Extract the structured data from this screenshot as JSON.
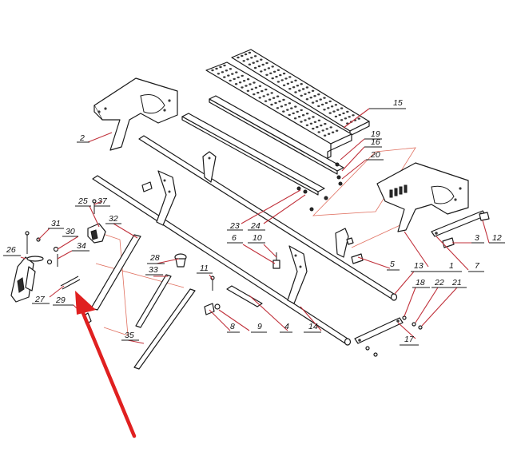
{
  "diagram": {
    "type": "exploded-parts-diagram",
    "callouts": [
      "1",
      "2",
      "3",
      "4",
      "5",
      "6",
      "7",
      "8",
      "9",
      "10",
      "11",
      "12",
      "13",
      "14",
      "15",
      "16",
      "17",
      "18",
      "19",
      "20",
      "21",
      "22",
      "23",
      "24",
      "25",
      "26",
      "27",
      "28",
      "29",
      "30",
      "31",
      "32",
      "33",
      "34",
      "35",
      "37"
    ],
    "highlighted_part": "27",
    "colors": {
      "line": "#1a1a1a",
      "leader": "#c0303a",
      "arrow": "#e02020",
      "background": "#ffffff"
    }
  }
}
